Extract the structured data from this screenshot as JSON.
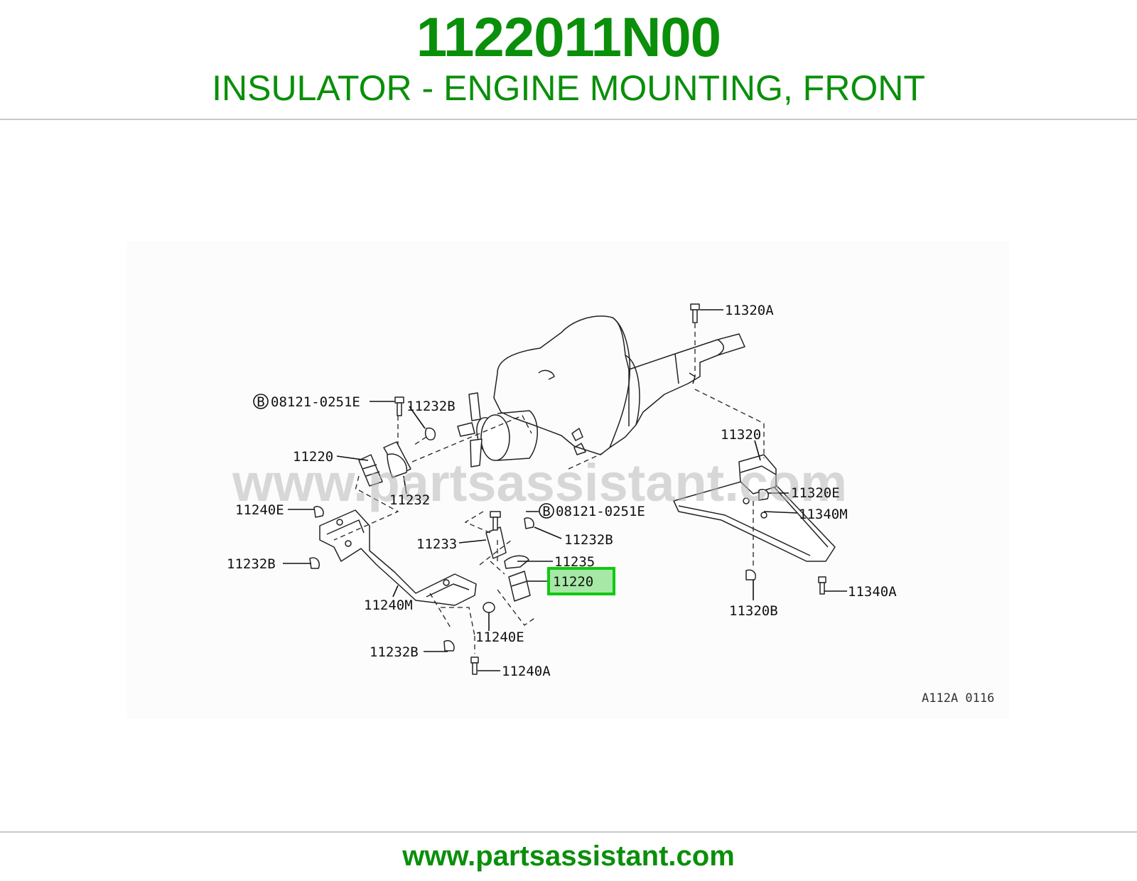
{
  "header": {
    "part_number": "1122011N00",
    "part_name": "INSULATOR - ENGINE MOUNTING, FRONT"
  },
  "footer": {
    "url": "www.partsassistant.com"
  },
  "colors": {
    "brand_green": "#0a8f0a",
    "rule": "#c9c9c9",
    "highlight_fill": "#a6e8a6",
    "highlight_border": "#12c812"
  },
  "diagram": {
    "watermark": "www.partsassistant.com",
    "drawing_code": "A112A 0116",
    "bolt_marker_letter": "B",
    "labels": {
      "l11320A": "11320A",
      "l08121_top": "08121-0251E",
      "l11232B_a": "11232B",
      "l11220_left": "11220",
      "l11232": "11232",
      "l11320": "11320",
      "l11240E_left": "11240E",
      "l08121_mid": "08121-0251E",
      "l11320E": "11320E",
      "l11340M": "11340M",
      "l11233": "11233",
      "l11232B_b": "11232B",
      "l11232B_c": "11232B",
      "l11235": "11235",
      "l11220_hl": "11220",
      "l11240M": "11240M",
      "l11340A": "11340A",
      "l11320B": "11320B",
      "l11240E_bottom": "11240E",
      "l11232B_d": "11232B",
      "l11240A": "11240A"
    }
  }
}
